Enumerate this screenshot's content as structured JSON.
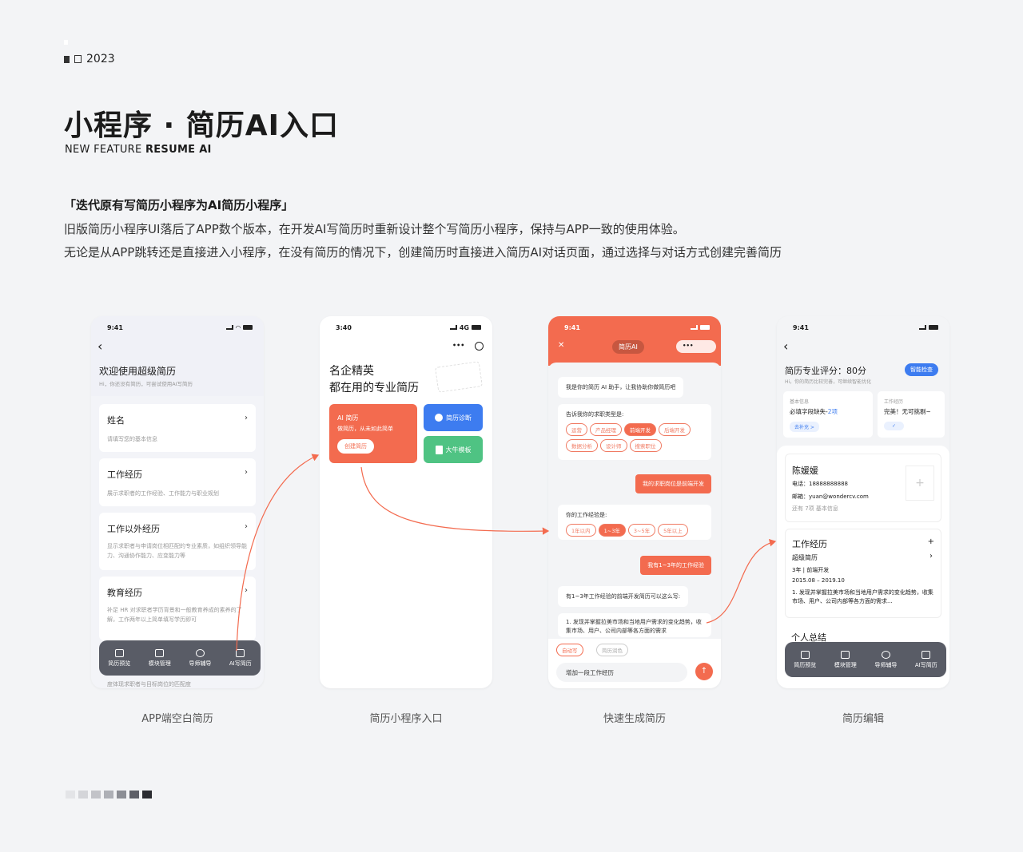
{
  "header": {
    "year": "2023",
    "title": "小程序 · 简历AI入口",
    "sub_plain": "NEW FEATURE ",
    "sub_bold": "RESUME AI"
  },
  "section": {
    "title": "「迭代原有写简历小程序为AI简历小程序」",
    "p1": "旧版简历小程序UI落后了APP数个版本，在开发AI写简历时重新设计整个写简历小程序，保持与APP一致的使用体验。",
    "p2": "无论是从APP跳转还是直接进入小程序，在没有简历的情况下，创建简历时直接进入简历AI对话页面，通过选择与对话方式创建完善简历"
  },
  "phone1": {
    "time": "9:41",
    "back": "‹",
    "heading": "欢迎使用超级简历",
    "hint": "Hi，你还没有简历，可尝试使用AI写简历",
    "cards": [
      {
        "title": "姓名",
        "desc": "请填写您的基本信息"
      },
      {
        "title": "工作经历",
        "desc": "展示求职者的工作经验、工作能力与职业规划"
      },
      {
        "title": "工作以外经历",
        "desc": "显示求职者与申请岗位相匹配的专业素质，如组织领导能力、沟通协作能力、应变能力等"
      },
      {
        "title": "教育经历",
        "desc": "补足 HR 对求职者学历背景和一般教育养成的素养的了解，工作两年以上简单填写学历即可"
      }
    ],
    "overflow": "度体现求职者与目标岗位的匹配度",
    "tabs": [
      "简历预览",
      "模块管理",
      "导师辅导",
      "AI写简历"
    ],
    "label": "APP端空白简历"
  },
  "phone2": {
    "time": "3:40",
    "net": "4G",
    "more": "•••",
    "heading1": "名企精英",
    "heading2": "都在用的专业简历",
    "ai_title": "AI 简历",
    "ai_desc": "做简历，从未如此简单",
    "ai_btn": "创建简历",
    "diag": "简历诊断",
    "tpl": "大牛模板",
    "label": "简历小程序入口"
  },
  "phone3": {
    "time": "9:41",
    "close": "✕",
    "badge": "简历AI",
    "more": "•••",
    "greet": "我是你的简历 AI 助手，让我协助你做简历吧",
    "q1": "告诉我你的求职类型是:",
    "roles": [
      "运营",
      "产品经理",
      "前端开发",
      "后端开发",
      "数据分析",
      "设计师",
      "搜索职位"
    ],
    "a1": "我的求职岗位是前端开发",
    "q2": "你的工作经验是:",
    "years": [
      "1年以内",
      "1~3年",
      "3~5年",
      "5年以上"
    ],
    "a2": "我有1~3年的工作经验",
    "q3": "有1~3年工作经验的前端开发简历可以这么写:",
    "draft": "1. 发现并掌握拉美市场和当地用户需求的变化趋势，收集市场、用户、公司内部等各方面的需求",
    "tool1": "自动写",
    "tool2": "简历润色",
    "input": "增加一段工作经历",
    "send": "↑",
    "label": "快速生成简历"
  },
  "phone4": {
    "time": "9:41",
    "back": "‹",
    "score": "简历专业评分：80分",
    "check": "智能检查",
    "hint": "Hi，你的简历比较完善，可继续智能优化",
    "basic_t": "基本信息",
    "basic_v": "必填字段缺失-",
    "basic_n": "2项",
    "basic_btn": "去补充 >",
    "work_t": "工作经历",
    "work_v": "完美！无可挑剔~",
    "work_btn": "✓",
    "name": "陈媛媛",
    "phone": "电话：18888888888",
    "email": "邮箱：yuan@wondercv.com",
    "more": "还有 7项 基本信息",
    "photo": "+",
    "exp_t": "工作经历",
    "exp_co": "超级简历",
    "exp_role": "3年 | 前端开发",
    "exp_date": "2015.08 – 2019.10",
    "exp_desc": "1. 发现并掌握拉美市场和当地用户需求的变化趋势，收集市场、用户、公司内部等各方面的需求...",
    "plus": "+",
    "chev": "›",
    "sum_t": "个人总结",
    "tabs": [
      "简历预览",
      "模块管理",
      "导师辅导",
      "AI写简历"
    ],
    "label": "简历编辑"
  },
  "colors": {
    "accent": "#f36b4f",
    "blue": "#3d7cf0",
    "green": "#4fc383",
    "tabbar": "#595c66"
  }
}
